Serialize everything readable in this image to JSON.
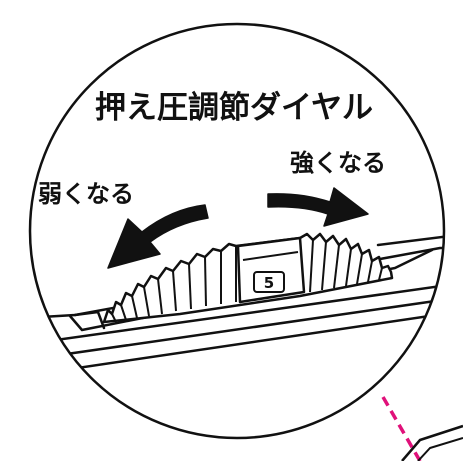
{
  "diagram": {
    "title": "押え圧調節ダイヤル",
    "weaker_label": "弱くなる",
    "stronger_label": "強くなる",
    "dial_setting": "5",
    "colors": {
      "ink": "#111111",
      "leader_line": "#e0117a",
      "background": "#ffffff"
    }
  }
}
